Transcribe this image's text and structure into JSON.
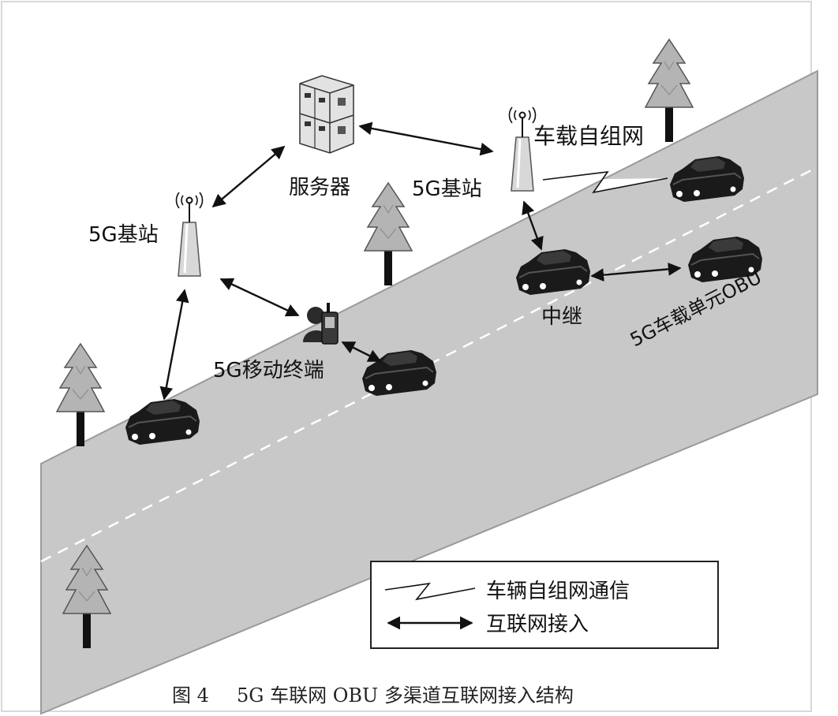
{
  "labels": {
    "server": "服务器",
    "base_station_left": "5G基站",
    "base_station_right": "5G基站",
    "vanet": "车载自组网",
    "relay": "中继",
    "obu": "5G车载单元OBU",
    "mobile_terminal": "5G移动终端"
  },
  "legend": {
    "vanet_comm": "车辆自组网通信",
    "internet_access": "互联网接入"
  },
  "caption": {
    "figure_no": "图 4",
    "title": "5G 车联网 OBU 多渠道互联网接入结构"
  },
  "colors": {
    "road": "#c8c8c8",
    "road_edge": "#9a9a9a",
    "road_dash": "#ffffff",
    "car": "#1a1a1a",
    "tree": "#b4b4b4",
    "trunk": "#111111",
    "tower": "#d4d4d4",
    "frame": "#d8d8d8"
  },
  "icons": [
    "server-icon",
    "tower-icon",
    "phone-user-icon",
    "car-icon",
    "tree-icon",
    "zigzag-link-icon",
    "double-arrow-icon"
  ]
}
